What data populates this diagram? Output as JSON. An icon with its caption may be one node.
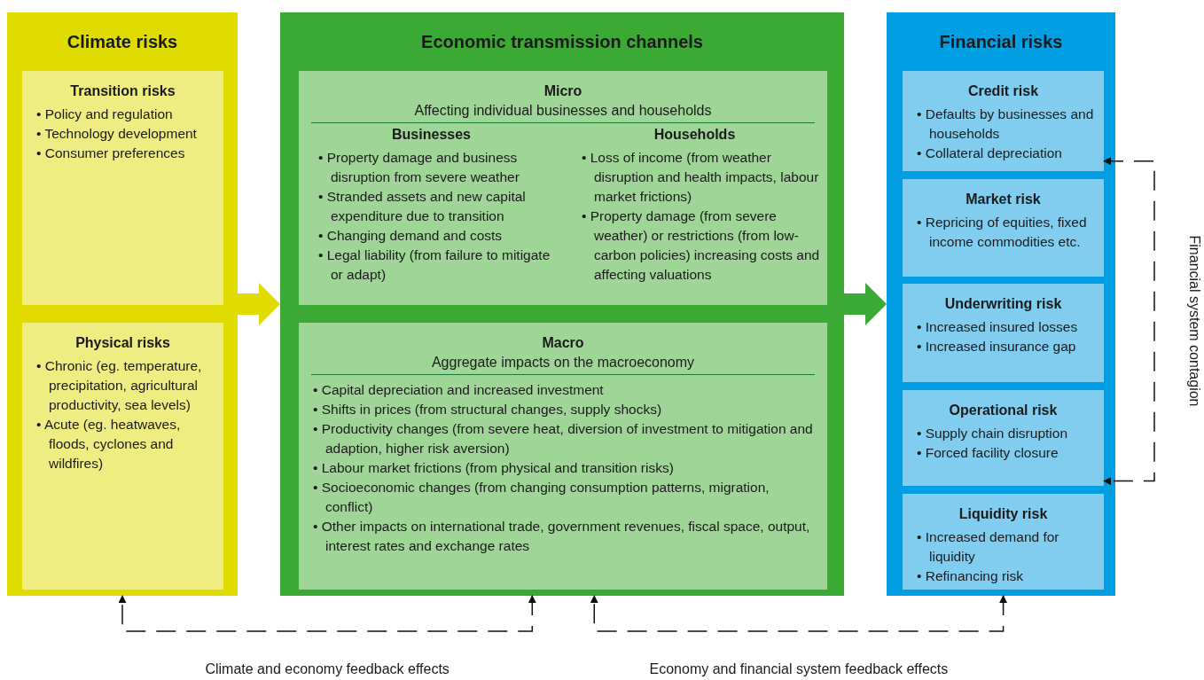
{
  "diagram": {
    "nodes": [
      {
        "text": [
          "Climate risks"
        ]
      },
      {
        "text": [
          "Transition risks",
          "• Policy and regulation",
          "• Technology development",
          "• Consumer preferences"
        ],
        "in": 0
      },
      {
        "text": [
          "Physical risks",
          "• Chronic (eg. temperature, precipitation, agricultural productivity, sea levels)",
          "• Acute (eg. heatwaves, floods, cyclones and wildfires)"
        ],
        "in": 0
      },
      {
        "text": [
          "Economic transmission channels"
        ]
      },
      {
        "text": [
          "Micro",
          "Affecting individual businesses and households",
          "Businesses",
          "• Property damage and business disruption from severe weather",
          "• Stranded assets and new capital expenditure due to transition",
          "• Changing demand and costs",
          "• Legal liability (from failure to mitigate or adapt)",
          "Households",
          "• Loss of income (from weather disruption and health impacts, labour market frictions)",
          "• Property damage (from severe weather) or restrictions (from low-carbon policies) increasing costs and affecting valuations"
        ],
        "in": 3
      },
      {
        "text": [
          "Macro",
          "Aggregate impacts on the macroeconomy",
          "• Capital depreciation and increased investment",
          "• Shifts in prices (from structural changes, supply shocks)",
          "• Productivity changes (from severe heat, diversion of investment to mitigation and adaption, higher risk aversion)",
          "• Labour market frictions (from physical and transition risks)",
          "• Socioeconomic changes (from changing consumption patterns, migration, conflict)",
          "• Other impacts on international trade, government revenues, fiscal space, output, interest rates and exchange rates"
        ],
        "in": 3
      },
      {
        "text": [
          "Financial risks"
        ]
      },
      {
        "text": [
          "Credit risk",
          "• Defaults by businesses and households",
          "• Collateral depreciation"
        ],
        "in": 6
      },
      {
        "text": [
          "Market risk",
          "• Repricing of equities, fixed income commodities etc."
        ],
        "in": 6
      },
      {
        "text": [
          "Underwriting risk",
          "• Increased insured losses",
          "• Increased insurance gap"
        ],
        "in": 6
      },
      {
        "text": [
          "Operational risk",
          "• Supply chain disruption",
          "• Forced facility closure"
        ],
        "in": 6
      },
      {
        "text": [
          "Liquidity risk",
          "• Increased demand for liquidity",
          "• Refinancing risk"
        ],
        "in": 6
      }
    ],
    "edges": [
      {
        "from": 0,
        "to": 3,
        "arrow": "to",
        "style": "thick",
        "color": "#e0dc00"
      },
      {
        "from": 3,
        "to": 6,
        "arrow": "to",
        "style": "thick",
        "color": "#3aaa35"
      },
      {
        "from": 3,
        "to": 0,
        "arrow": "both",
        "style": "dashed",
        "label": "Climate and economy feedback effects"
      },
      {
        "from": 6,
        "to": 3,
        "arrow": "both",
        "style": "dashed",
        "label": "Economy and financial system feedback effects"
      },
      {
        "from": 7,
        "to": 10,
        "arrow": "both",
        "style": "dashed",
        "label": "Financial system contagion"
      }
    ]
  }
}
